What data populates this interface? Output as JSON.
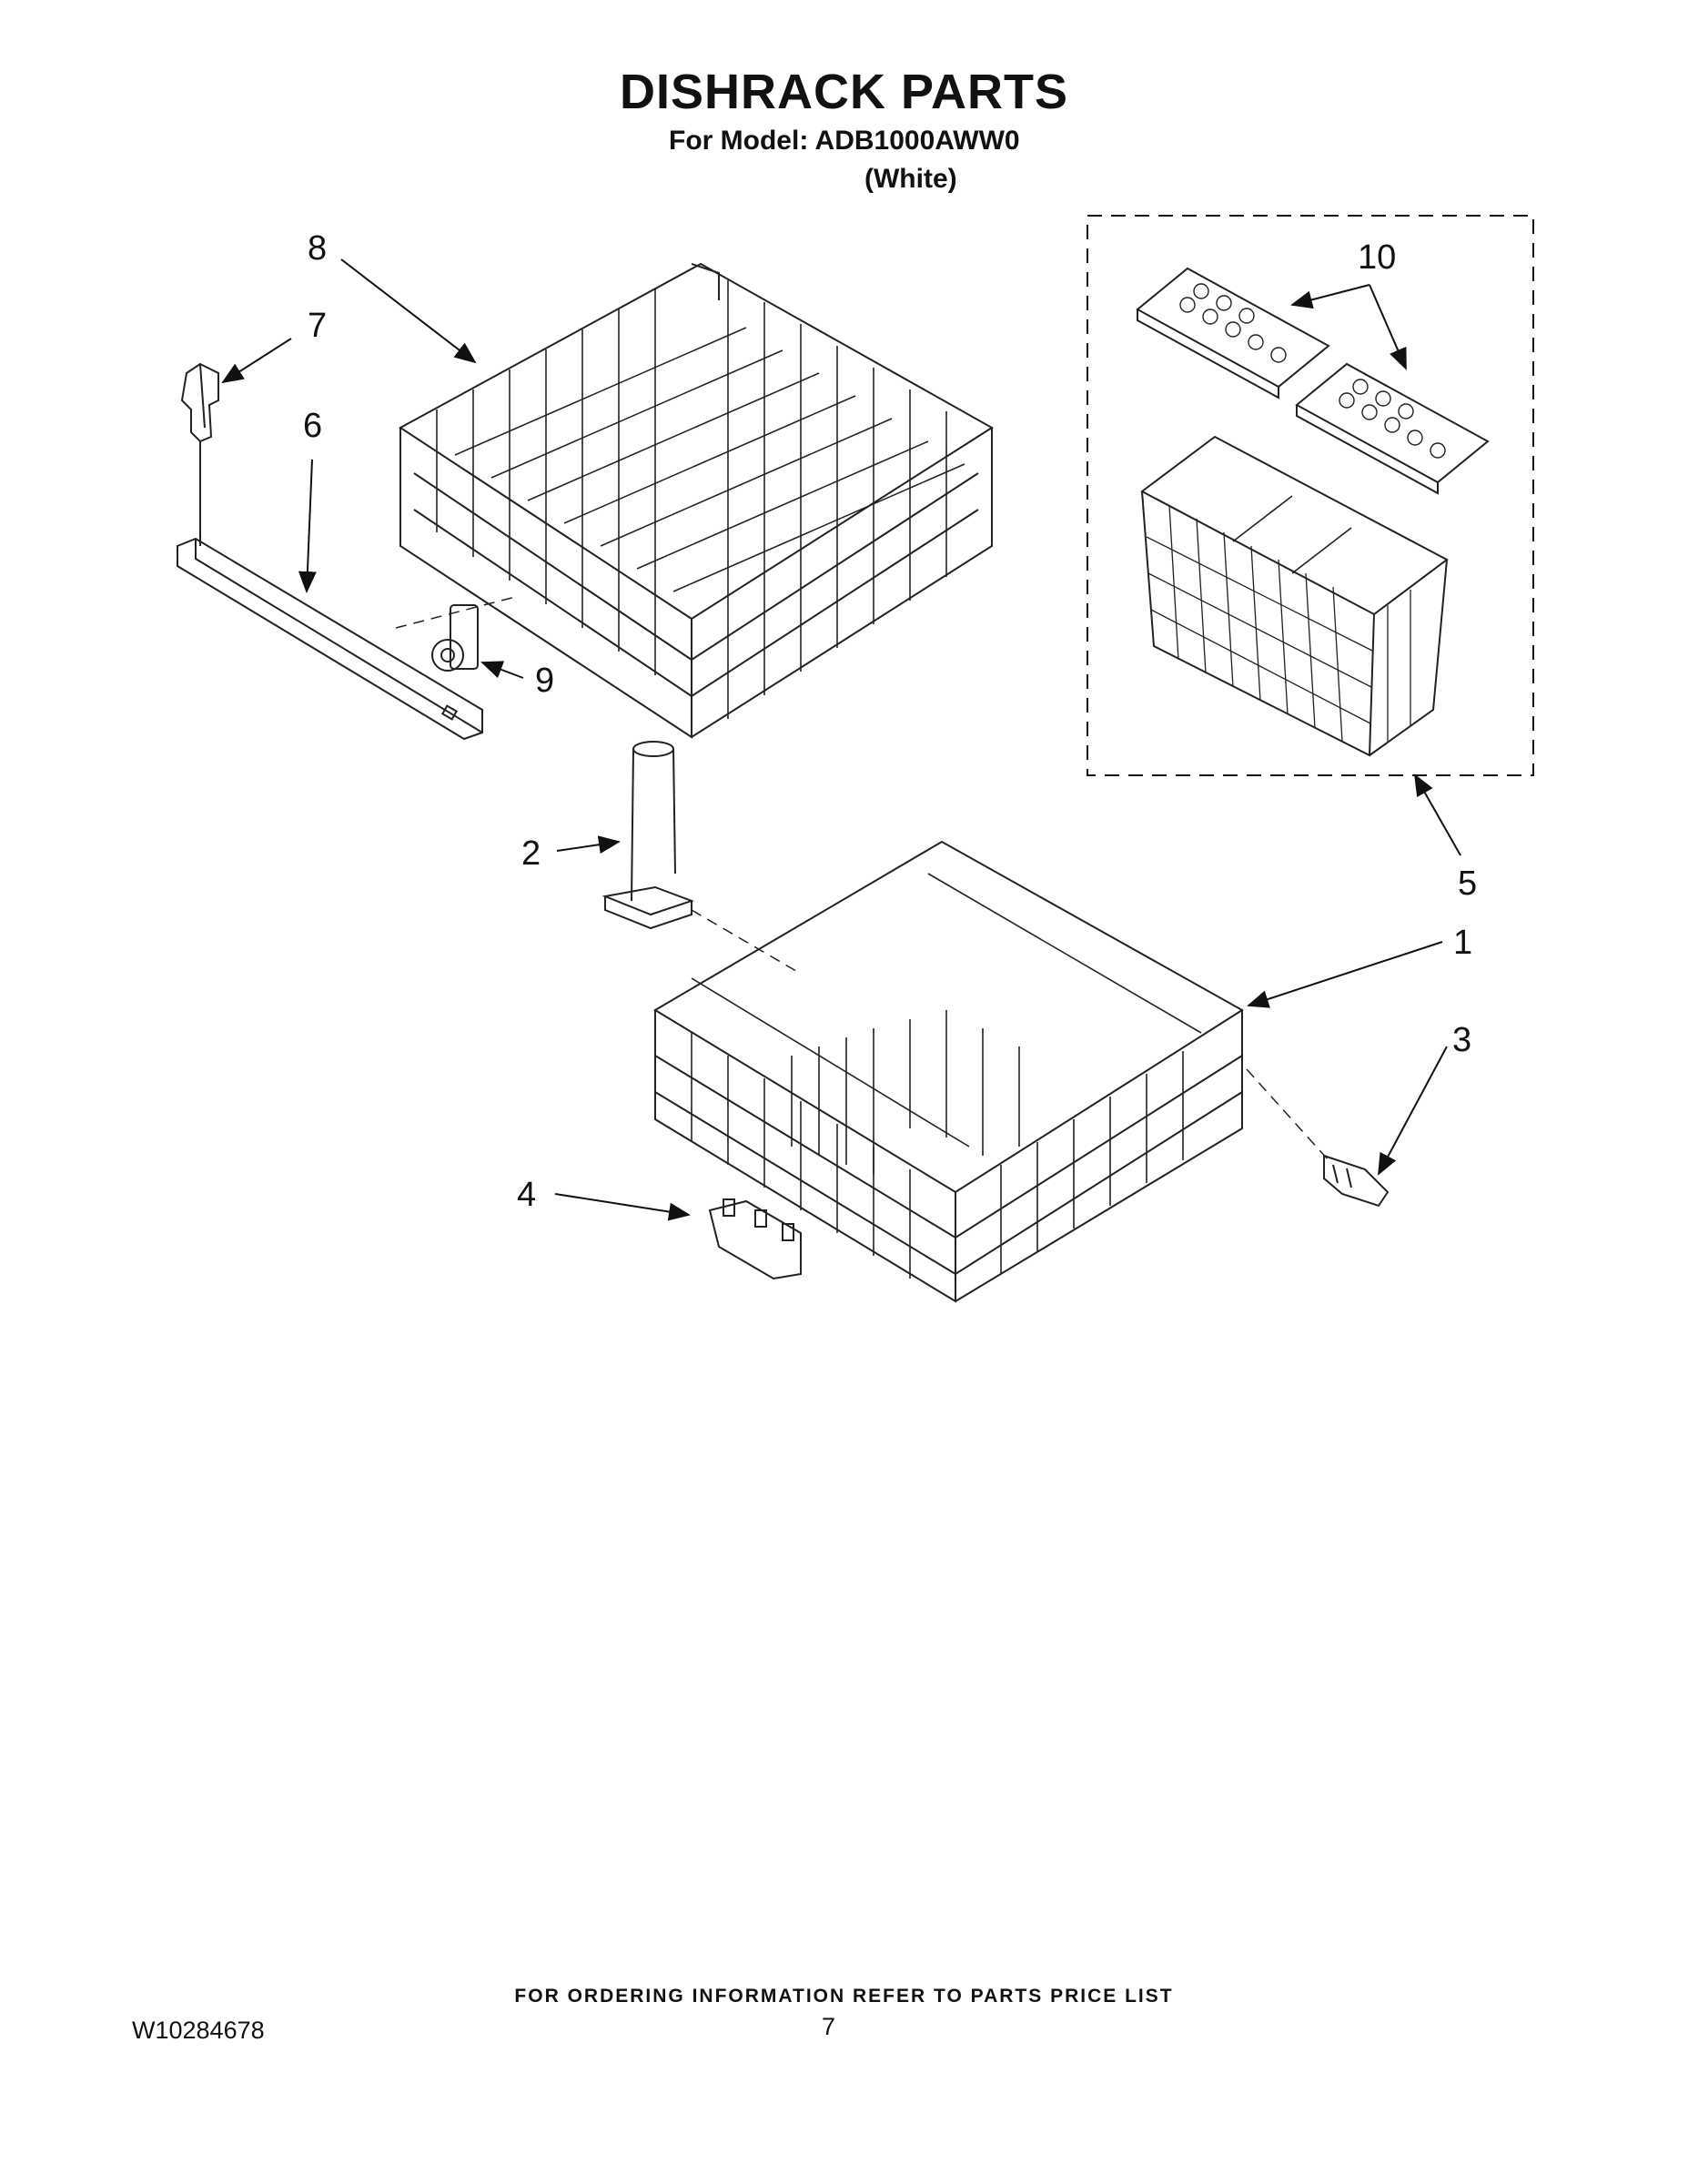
{
  "header": {
    "title": "DISHRACK PARTS",
    "model_line": "For Model: ADB1000AWW0",
    "color_line": "(White)"
  },
  "callouts": [
    {
      "id": "c1",
      "label": "1"
    },
    {
      "id": "c2",
      "label": "2"
    },
    {
      "id": "c3",
      "label": "3"
    },
    {
      "id": "c4",
      "label": "4"
    },
    {
      "id": "c5",
      "label": "5"
    },
    {
      "id": "c6",
      "label": "6"
    },
    {
      "id": "c7",
      "label": "7"
    },
    {
      "id": "c8",
      "label": "8"
    },
    {
      "id": "c9",
      "label": "9"
    },
    {
      "id": "c10",
      "label": "10"
    }
  ],
  "footer": {
    "ordering_note": "FOR ORDERING INFORMATION REFER TO PARTS PRICE LIST",
    "document_number": "W10284678",
    "page_number": "7"
  }
}
